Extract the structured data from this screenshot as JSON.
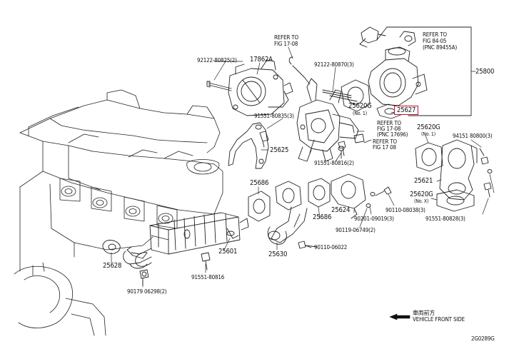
{
  "diagram": {
    "labels": {
      "p_25800": "25800",
      "p_25627": "25627",
      "p_25620g_1": "25620G",
      "p_25620g_1_note": "(No. 1)",
      "p_25620g_2": "25620G",
      "p_25620g_2_note": "(No. 1)",
      "p_25620g_3": "25620G",
      "p_25620g_3_note": "(No. X)",
      "p_92122_80870": "92122-80870(3)",
      "p_92122_80825": "92122-80825(2)",
      "p_17862a": "17862A",
      "p_91551_80835": "91551-80835(3)",
      "p_25625": "25625",
      "p_91551_80816_2": "91551-80816(2)",
      "p_25686_a": "25686",
      "p_25686_b": "25686",
      "p_25624": "25624",
      "p_25621": "25621",
      "p_94151_80800": "94151 80800(3)",
      "p_90110_08038": "90110-08038(3)",
      "p_91551_80828": "91551-80828(3)",
      "p_90201_09019": "90201-09019(3)",
      "p_90119_06749": "90119-06749(2)",
      "p_90110_06022": "90110-06022",
      "p_25630": "25630",
      "p_25601": "25601",
      "p_25628": "25628",
      "p_91551_80816": "91551-80816",
      "p_90179_06298": "90179 06298(2)",
      "ref_fig_17_08_a_1": "REFER TO",
      "ref_fig_17_08_a_2": "FIG 17-08",
      "ref_fig_84_05_1": "REFER TO",
      "ref_fig_84_05_2": "FIG 84-05",
      "ref_fig_84_05_3": "(PNC 89455A)",
      "ref_fig_17_08_b_1": "REFER TO",
      "ref_fig_17_08_b_2": "FIG 17-08",
      "ref_fig_17_08_b_3": "(PNC 17696)",
      "ref_fig_17_08_c_1": "REFER TO",
      "ref_fig_17_08_c_2": "FIG 17 08",
      "front_jp": "車両前方",
      "front_en": "VEHICLE FRONT SIDE",
      "diagram_id": "2G0289G"
    },
    "highlight_color": "#c0142a"
  }
}
